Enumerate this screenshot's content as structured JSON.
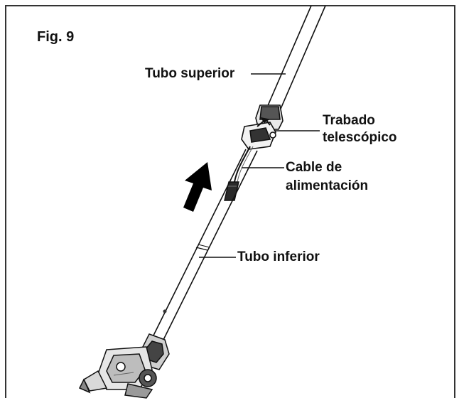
{
  "figure": {
    "title": "Fig. 9",
    "labels": {
      "upper_tube": "Tubo superior",
      "telescopic_lock_line1": "Trabado",
      "telescopic_lock_line2": "telescópico",
      "power_cable_line1": "Cable de",
      "power_cable_line2": "alimentación",
      "lower_tube": "Tubo inferior"
    },
    "colors": {
      "ink": "#111111",
      "frame": "#333333",
      "background": "#ffffff",
      "arrow": "#000000"
    },
    "icons": {
      "direction_arrow": "arrow-up-icon"
    }
  }
}
